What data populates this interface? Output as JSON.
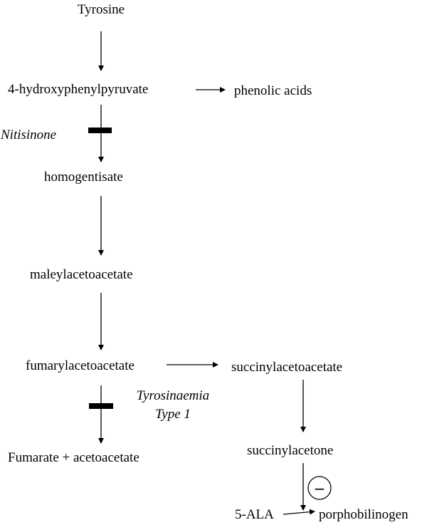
{
  "nodes": {
    "tyrosine": "Tyrosine",
    "hydroxyphenylpyruvate": "4-hydroxyphenylpyruvate",
    "phenolic_acids": "phenolic acids",
    "homogentisate": "homogentisate",
    "maleylacetoacetate": "maleylacetoacetate",
    "fumarylacetoacetate": "fumarylacetoacetate",
    "succinylacetoacetate": "succinylacetoacetate",
    "fumarate_acetoacetate": "Fumarate + acetoacetate",
    "succinylacetone": "succinylacetone",
    "ala": "5-ALA",
    "porphobilinogen": "porphobilinogen"
  },
  "inhibitors": {
    "nitisinone": "Nitisinone",
    "tyrosinaemia_line1": "Tyrosinaemia",
    "tyrosinaemia_line2": "Type 1"
  },
  "inhibition_symbol": "−"
}
